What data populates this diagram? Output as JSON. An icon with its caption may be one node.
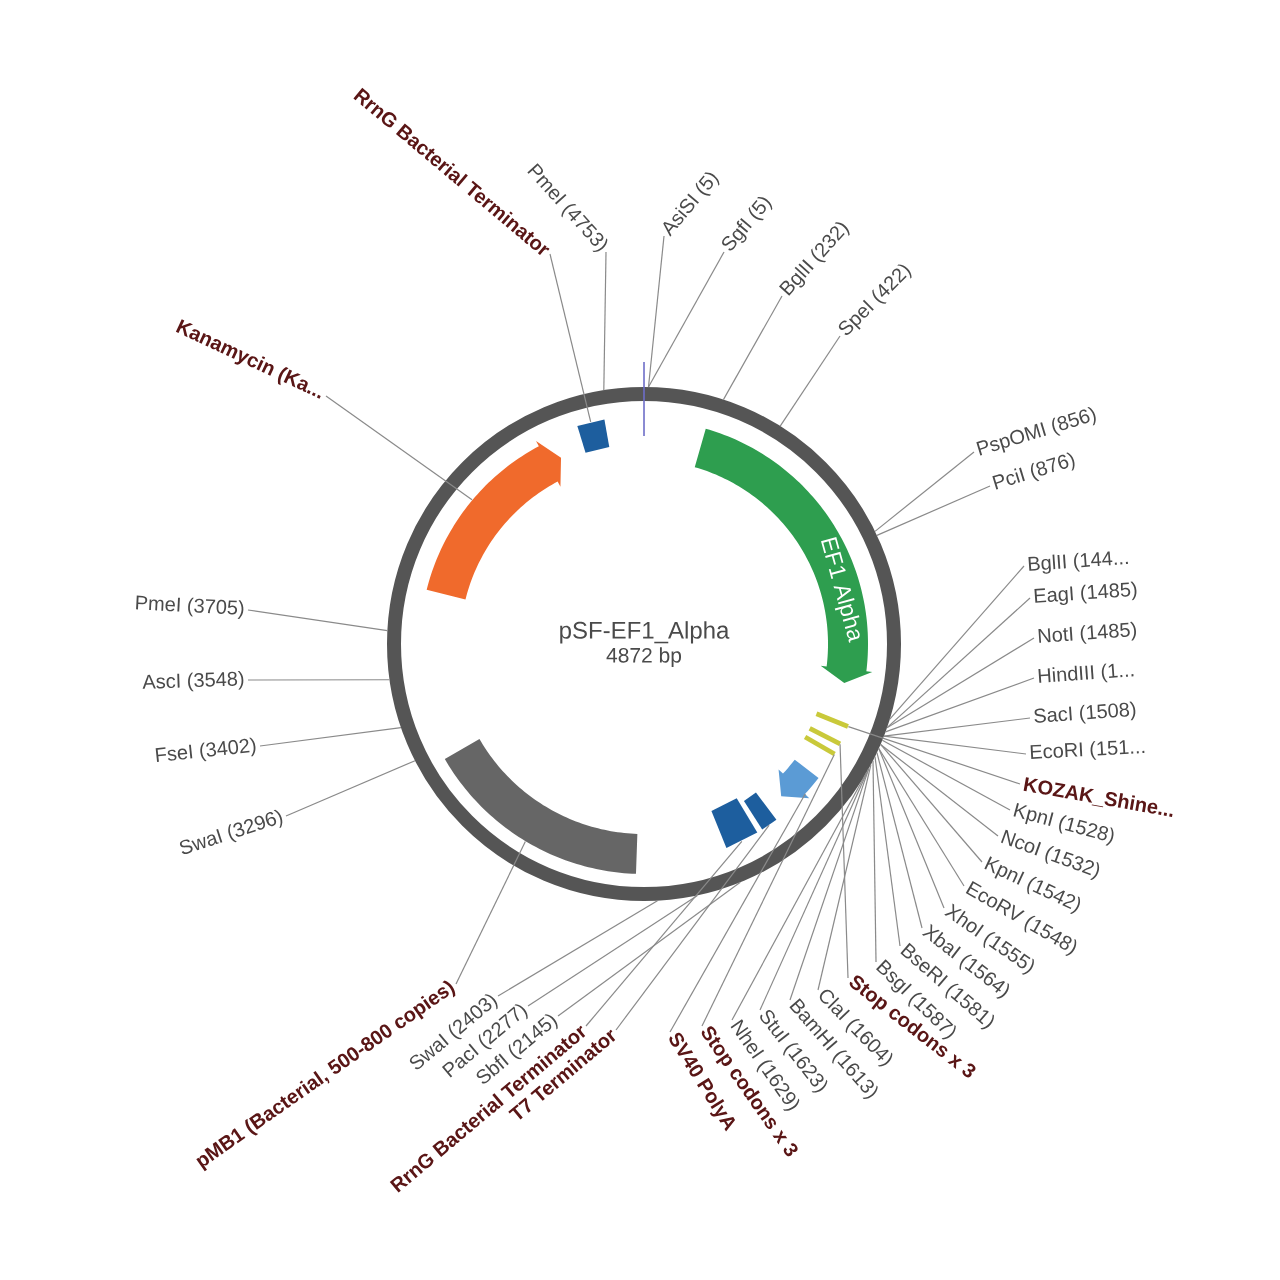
{
  "diagram": {
    "nodes": [
      {
        "text": [
          "pSF-EF1_Alpha",
          "4872 bp"
        ]
      },
      {
        "text": [
          "EF1 Alpha"
        ],
        "in": 0
      },
      {
        "text": [],
        "shape": "arrow",
        "in": 0
      },
      {
        "text": [],
        "shape": "box",
        "in": 0
      },
      {
        "text": [],
        "shape": "arc",
        "in": 0
      },
      {
        "text": [],
        "shape": "bar",
        "in": 0
      },
      {
        "text": [],
        "shape": "bar",
        "in": 0
      },
      {
        "text": [],
        "shape": "bar",
        "in": 0
      },
      {
        "text": [],
        "shape": "arrow",
        "in": 0
      },
      {
        "text": [],
        "shape": "box",
        "in": 0
      },
      {
        "text": [],
        "shape": "box",
        "in": 0
      },
      {
        "text": [
          "RrnG Bacterial Terminator"
        ]
      },
      {
        "text": [
          "PmeI (4753)"
        ]
      },
      {
        "text": [
          "AsiSI (5)"
        ]
      },
      {
        "text": [
          "SgfI (5)"
        ]
      },
      {
        "text": [
          "BglII (232)"
        ]
      },
      {
        "text": [
          "SpeI (422)"
        ]
      },
      {
        "text": [
          "PspOMI (856)"
        ]
      },
      {
        "text": [
          "PciI (876)"
        ]
      },
      {
        "text": [
          "BglII (144..."
        ]
      },
      {
        "text": [
          "EagI (1485)"
        ]
      },
      {
        "text": [
          "NotI (1485)"
        ]
      },
      {
        "text": [
          "HindIII (1..."
        ]
      },
      {
        "text": [
          "SacI (1508)"
        ]
      },
      {
        "text": [
          "EcoRI (151..."
        ]
      },
      {
        "text": [
          "KOZAK_Shine..."
        ]
      },
      {
        "text": [
          "KpnI (1528)"
        ]
      },
      {
        "text": [
          "NcoI (1532)"
        ]
      },
      {
        "text": [
          "KpnI (1542)"
        ]
      },
      {
        "text": [
          "EcoRV (1548)"
        ]
      },
      {
        "text": [
          "XhoI (1555)"
        ]
      },
      {
        "text": [
          "XbaI (1564)"
        ]
      },
      {
        "text": [
          "BseRI (1581)"
        ]
      },
      {
        "text": [
          "BsgI (1587)"
        ]
      },
      {
        "text": [
          "Stop codons x 3"
        ]
      },
      {
        "text": [
          "ClaI (1604)"
        ]
      },
      {
        "text": [
          "BamHI (1613)"
        ]
      },
      {
        "text": [
          "StuI (1623)"
        ]
      },
      {
        "text": [
          "NheI (1629)"
        ]
      },
      {
        "text": [
          "Stop codons x 3"
        ]
      },
      {
        "text": [
          "SV40 PolyA"
        ]
      },
      {
        "text": [
          "T7 Terminator"
        ]
      },
      {
        "text": [
          "RrnG Bacterial Terminator"
        ]
      },
      {
        "text": [
          "SbfI (2145)"
        ]
      },
      {
        "text": [
          "PacI (2277)"
        ]
      },
      {
        "text": [
          "SwaI (2403)"
        ]
      },
      {
        "text": [
          "pMB1 (Bacterial, 500-800 copies)"
        ]
      },
      {
        "text": [
          "SwaI (3296)"
        ]
      },
      {
        "text": [
          "FseI (3402)"
        ]
      },
      {
        "text": [
          "AscI (3548)"
        ]
      },
      {
        "text": [
          "PmeI (3705)"
        ]
      },
      {
        "text": [
          "Kanamycin (Ka..."
        ]
      }
    ],
    "edges": [
      {
        "from": 11,
        "to": 3,
        "arrow": "none"
      },
      {
        "from": 12,
        "to": 0,
        "arrow": "none"
      },
      {
        "from": 13,
        "to": 0,
        "arrow": "none"
      },
      {
        "from": 14,
        "to": 0,
        "arrow": "none"
      },
      {
        "from": 15,
        "to": 0,
        "arrow": "none"
      },
      {
        "from": 16,
        "to": 0,
        "arrow": "none"
      },
      {
        "from": 17,
        "to": 0,
        "arrow": "none"
      },
      {
        "from": 18,
        "to": 0,
        "arrow": "none"
      },
      {
        "from": 19,
        "to": 0,
        "arrow": "none"
      },
      {
        "from": 20,
        "to": 0,
        "arrow": "none"
      },
      {
        "from": 21,
        "to": 0,
        "arrow": "none"
      },
      {
        "from": 22,
        "to": 0,
        "arrow": "none"
      },
      {
        "from": 23,
        "to": 0,
        "arrow": "none"
      },
      {
        "from": 24,
        "to": 0,
        "arrow": "none"
      },
      {
        "from": 25,
        "to": 5,
        "arrow": "none"
      },
      {
        "from": 26,
        "to": 0,
        "arrow": "none"
      },
      {
        "from": 27,
        "to": 0,
        "arrow": "none"
      },
      {
        "from": 28,
        "to": 0,
        "arrow": "none"
      },
      {
        "from": 29,
        "to": 0,
        "arrow": "none"
      },
      {
        "from": 30,
        "to": 0,
        "arrow": "none"
      },
      {
        "from": 31,
        "to": 0,
        "arrow": "none"
      },
      {
        "from": 32,
        "to": 0,
        "arrow": "none"
      },
      {
        "from": 33,
        "to": 0,
        "arrow": "none"
      },
      {
        "from": 34,
        "to": 6,
        "arrow": "none"
      },
      {
        "from": 35,
        "to": 0,
        "arrow": "none"
      },
      {
        "from": 36,
        "to": 0,
        "arrow": "none"
      },
      {
        "from": 37,
        "to": 0,
        "arrow": "none"
      },
      {
        "from": 38,
        "to": 0,
        "arrow": "none"
      },
      {
        "from": 39,
        "to": 7,
        "arrow": "none"
      },
      {
        "from": 40,
        "to": 8,
        "arrow": "none"
      },
      {
        "from": 41,
        "to": 9,
        "arrow": "none"
      },
      {
        "from": 42,
        "to": 10,
        "arrow": "none"
      },
      {
        "from": 43,
        "to": 0,
        "arrow": "none"
      },
      {
        "from": 44,
        "to": 0,
        "arrow": "none"
      },
      {
        "from": 45,
        "to": 0,
        "arrow": "none"
      },
      {
        "from": 46,
        "to": 4,
        "arrow": "none"
      },
      {
        "from": 47,
        "to": 0,
        "arrow": "none"
      },
      {
        "from": 48,
        "to": 0,
        "arrow": "none"
      },
      {
        "from": 49,
        "to": 0,
        "arrow": "none"
      },
      {
        "from": 50,
        "to": 0,
        "arrow": "none"
      },
      {
        "from": 51,
        "to": 2,
        "arrow": "none"
      }
    ]
  }
}
